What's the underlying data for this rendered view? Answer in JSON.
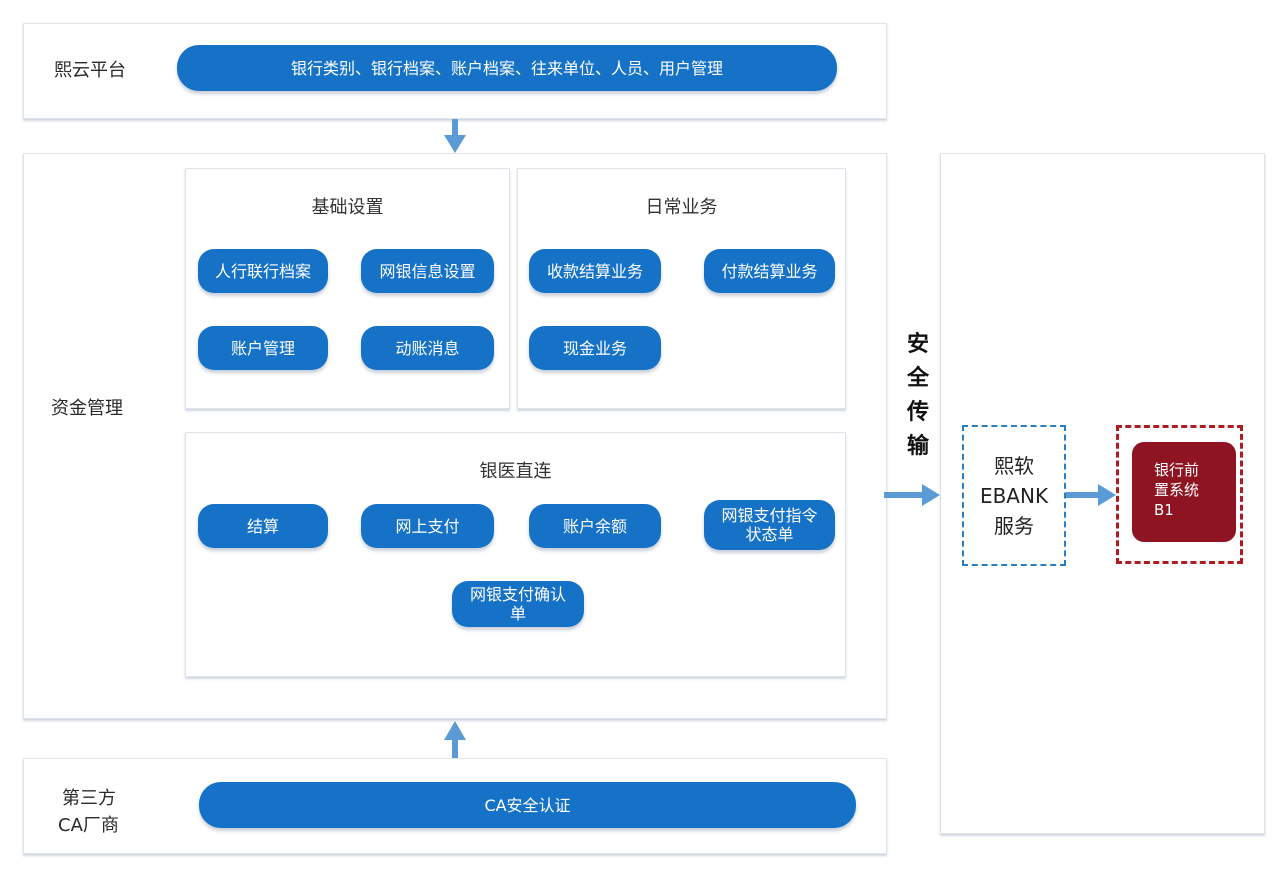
{
  "platform": {
    "label": "熙云平台",
    "bar": "银行类别、银行档案、账户档案、往来单位、人员、用户管理"
  },
  "capital": {
    "label": "资金管理",
    "basic": {
      "title": "基础设置",
      "items": [
        "人行联行档案",
        "网银信息设置",
        "账户管理",
        "动账消息"
      ]
    },
    "daily": {
      "title": "日常业务",
      "items": [
        "收款结算业务",
        "付款结算业务",
        "现金业务"
      ]
    },
    "bank": {
      "title": "银医直连",
      "items": [
        "结算",
        "网上支付",
        "账户余额",
        "网银支付指令状态单",
        "网银支付确认单"
      ]
    }
  },
  "thirdparty": {
    "label_line1": "第三方",
    "label_line2": "CA厂商",
    "bar": "CA安全认证"
  },
  "transfer": {
    "chars": [
      "安",
      "全",
      "传",
      "输"
    ]
  },
  "ebank": {
    "line1": "熙软",
    "line2": "EBANK",
    "line3": "服务"
  },
  "frontend": {
    "line1": "银行前",
    "line2": "置系统",
    "line3": "B1"
  },
  "colors": {
    "pill": "#1572c7",
    "arrow": "#5b9bd5",
    "dashed_blue": "#2a7fc2",
    "dashed_red": "#b01b1f",
    "red_box": "#8e1421"
  }
}
